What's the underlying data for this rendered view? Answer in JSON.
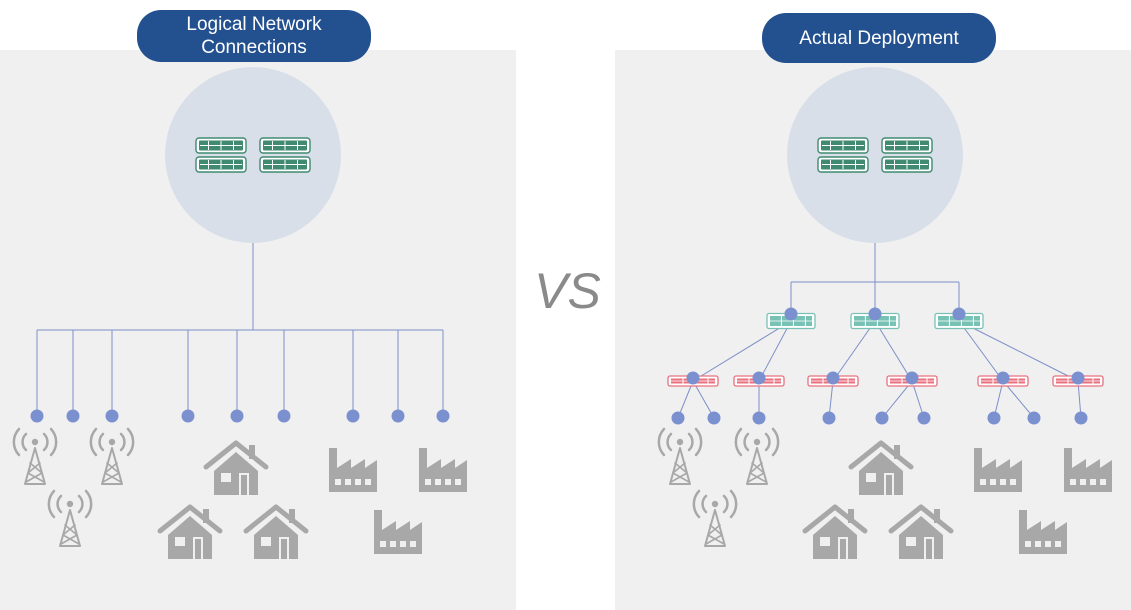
{
  "titles": {
    "left_line1": "Logical Network",
    "left_line2": "Connections",
    "right": "Actual Deployment"
  },
  "vs_label": "VS",
  "colors": {
    "panel_bg": "#f0f0f0",
    "title_bg": "#23508f",
    "title_text": "#ffffff",
    "core_circle": "#d8dfe9",
    "link_line": "#7c8fc7",
    "node_dot": "#7b91cf",
    "aggregation_switch": "#77c2b5",
    "access_switch": "#e9707f",
    "server_green": "#3f8a70",
    "endpoint_icons": "#a8a8a8",
    "vs_text": "#8a8a8a"
  },
  "icons": {
    "core": "server-rack-icon",
    "aggregation": "switch-icon",
    "access": "switch-icon",
    "endpoints": [
      "radio-tower-icon",
      "house-icon",
      "factory-icon"
    ]
  }
}
